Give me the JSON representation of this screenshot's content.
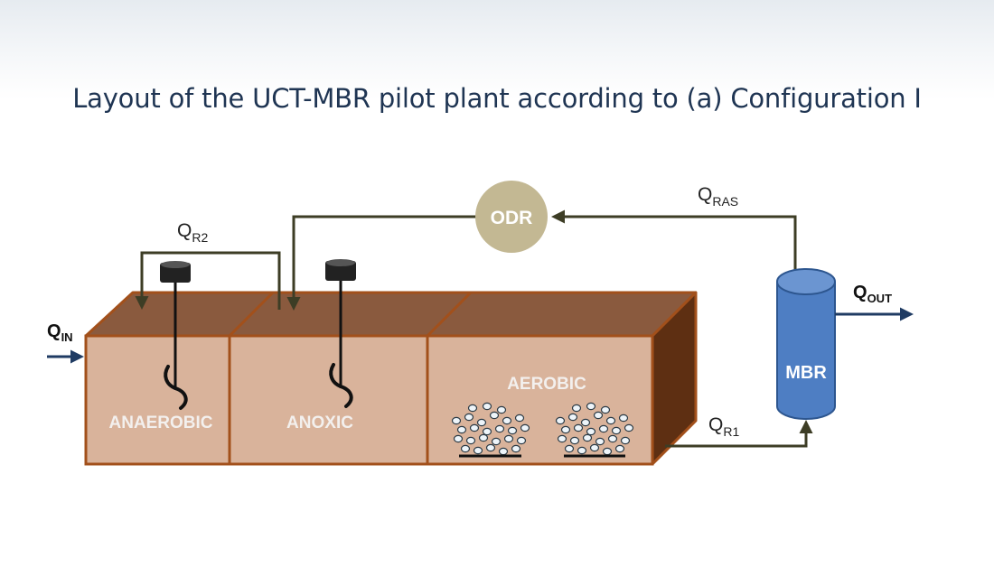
{
  "title": "Layout of the UCT-MBR pilot plant according to (a) Configuration I",
  "flows": {
    "q_in": {
      "main": "Q",
      "sub": "IN"
    },
    "q_r2": {
      "main": "Q",
      "sub": "R2"
    },
    "q_ras": {
      "main": "Q",
      "sub": "RAS"
    },
    "q_out": {
      "main": "Q",
      "sub": "OUT"
    },
    "q_r1": {
      "main": "Q",
      "sub": "R1"
    }
  },
  "units": {
    "odr": "ODR",
    "mbr": "MBR",
    "anaerobic": "ANAEROBIC",
    "anoxic": "ANOXIC",
    "aerobic": "AEROBIC"
  },
  "colors": {
    "tank_front": "#d9b39b",
    "tank_top": "#8a5a3e",
    "tank_edge": "#a2501b",
    "tank_inner": "#5e2f12",
    "pipe": "#3d3d25",
    "flow_arrow": "#1f3b63",
    "odr_fill": "#c3b893",
    "mbr_fill": "#4e7ec3",
    "mbr_edge": "#2d568f"
  }
}
